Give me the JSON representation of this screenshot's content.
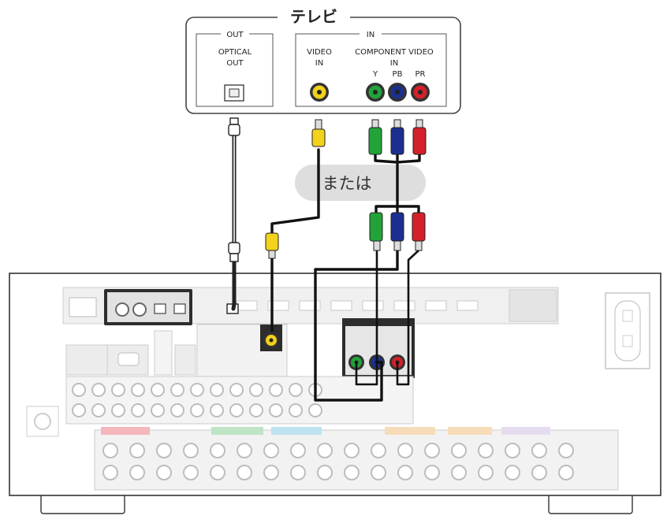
{
  "tv": {
    "title": "テレビ",
    "out_group": "OUT",
    "in_group": "IN",
    "optical_out": [
      "OPTICAL",
      "OUT"
    ],
    "video_in": [
      "VIDEO",
      "IN"
    ],
    "component_video_in": [
      "COMPONENT VIDEO",
      "IN"
    ],
    "component_labels": [
      "Y",
      "PB",
      "PR"
    ]
  },
  "alternative_label": "または",
  "colors": {
    "video": "#f2d21a",
    "y": "#22a33a",
    "pb": "#1c2f8f",
    "pr": "#d3202a",
    "receiver_panel": "#dcdcdc",
    "cable": "#111111"
  }
}
